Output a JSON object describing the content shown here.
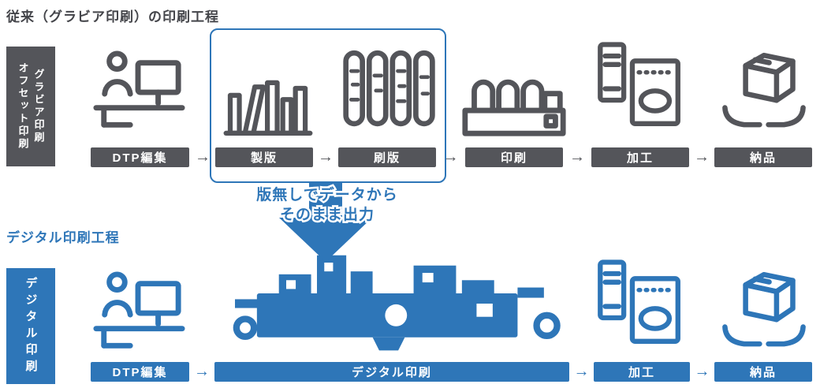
{
  "colors": {
    "gray": "#54555a",
    "blue": "#2e76b8",
    "title_gray": "#44454a"
  },
  "arrow_char": "→",
  "traditional": {
    "title": "従来（グラビア印刷）の印刷工程",
    "side_label": {
      "column_left": "オフセット印刷",
      "column_right": "グラビア印刷"
    },
    "steps": [
      {
        "label": "DTP編集",
        "icon": "dtp-editing-icon"
      },
      {
        "label": "製版",
        "icon": "plate-making-icon"
      },
      {
        "label": "刷版",
        "icon": "printing-plate-icon"
      },
      {
        "label": "印刷",
        "icon": "printing-press-icon"
      },
      {
        "label": "加工",
        "icon": "processing-icon"
      },
      {
        "label": "納品",
        "icon": "delivery-icon"
      }
    ]
  },
  "highlight": {
    "note_line1": "版無しでデータから",
    "note_line2": "そのまま出力"
  },
  "digital": {
    "title": "デジタル印刷工程",
    "side_label": "デジタル印刷",
    "steps": [
      {
        "label": "DTP編集",
        "icon": "dtp-editing-icon"
      },
      {
        "label": "デジタル印刷",
        "icon": "digital-press-icon"
      },
      {
        "label": "加工",
        "icon": "processing-icon"
      },
      {
        "label": "納品",
        "icon": "delivery-icon"
      }
    ]
  }
}
